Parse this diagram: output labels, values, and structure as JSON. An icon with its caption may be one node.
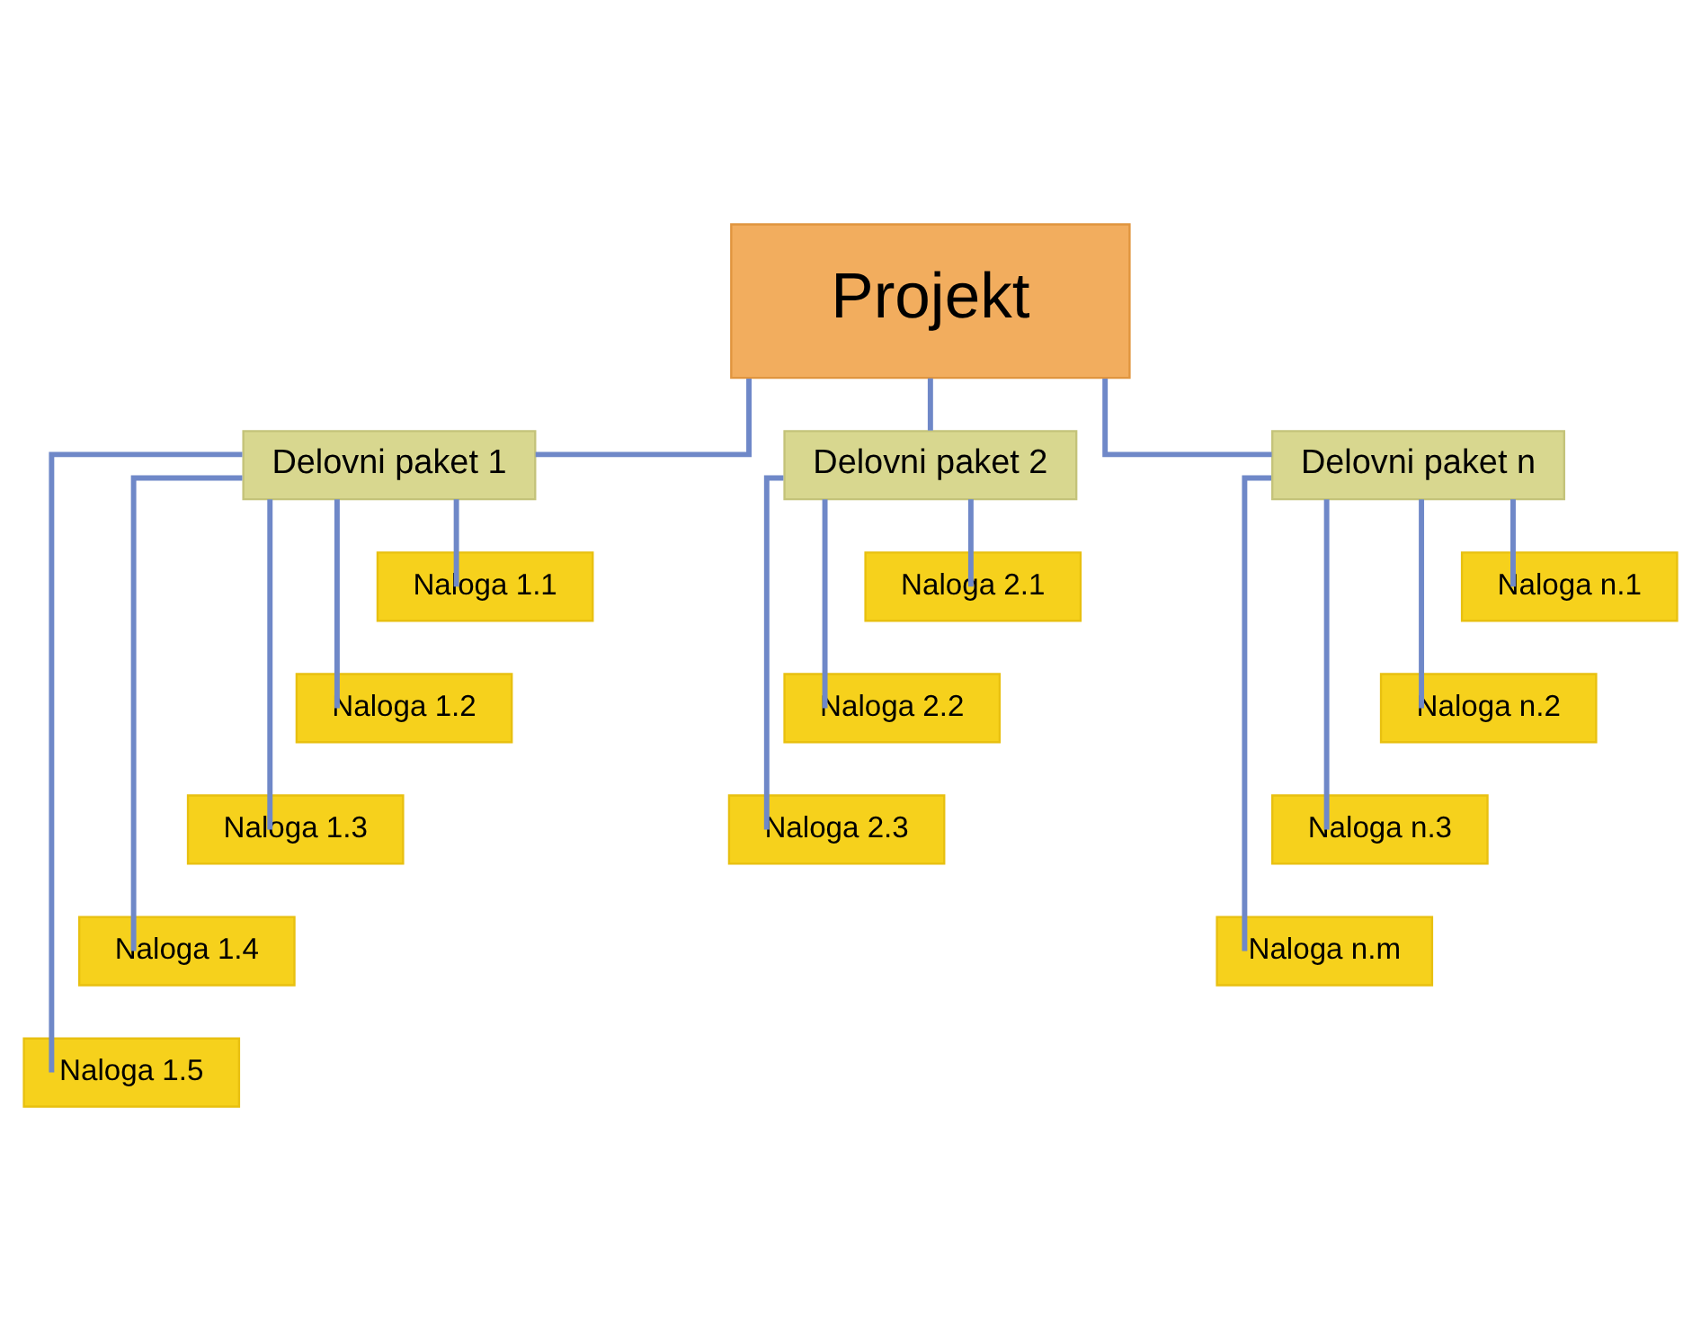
{
  "diagram": {
    "nodes": [
      {
        "text": [
          "Projekt"
        ]
      },
      {
        "text": [
          "Delovni paket 1"
        ]
      },
      {
        "text": [
          "Delovni paket 2"
        ]
      },
      {
        "text": [
          "Delovni paket n"
        ]
      },
      {
        "text": [
          "Naloga 1.1"
        ]
      },
      {
        "text": [
          "Naloga 1.2"
        ]
      },
      {
        "text": [
          "Naloga 1.3"
        ]
      },
      {
        "text": [
          "Naloga 1.4"
        ]
      },
      {
        "text": [
          "Naloga 1.5"
        ]
      },
      {
        "text": [
          "Naloga 2.1"
        ]
      },
      {
        "text": [
          "Naloga 2.2"
        ]
      },
      {
        "text": [
          "Naloga 2.3"
        ]
      },
      {
        "text": [
          "Naloga n.1"
        ]
      },
      {
        "text": [
          "Naloga n.2"
        ]
      },
      {
        "text": [
          "Naloga n.3"
        ]
      },
      {
        "text": [
          "Naloga n.m"
        ]
      }
    ],
    "edges": [
      {
        "from": 0,
        "to": 1,
        "arrow": "none"
      },
      {
        "from": 0,
        "to": 2,
        "arrow": "none"
      },
      {
        "from": 0,
        "to": 3,
        "arrow": "none"
      },
      {
        "from": 1,
        "to": 4,
        "arrow": "none"
      },
      {
        "from": 1,
        "to": 5,
        "arrow": "none"
      },
      {
        "from": 1,
        "to": 6,
        "arrow": "none"
      },
      {
        "from": 1,
        "to": 7,
        "arrow": "none"
      },
      {
        "from": 1,
        "to": 8,
        "arrow": "none"
      },
      {
        "from": 2,
        "to": 9,
        "arrow": "none"
      },
      {
        "from": 2,
        "to": 10,
        "arrow": "none"
      },
      {
        "from": 2,
        "to": 11,
        "arrow": "none"
      },
      {
        "from": 3,
        "to": 12,
        "arrow": "none"
      },
      {
        "from": 3,
        "to": 13,
        "arrow": "none"
      },
      {
        "from": 3,
        "to": 14,
        "arrow": "none"
      },
      {
        "from": 3,
        "to": 15,
        "arrow": "none"
      }
    ]
  }
}
